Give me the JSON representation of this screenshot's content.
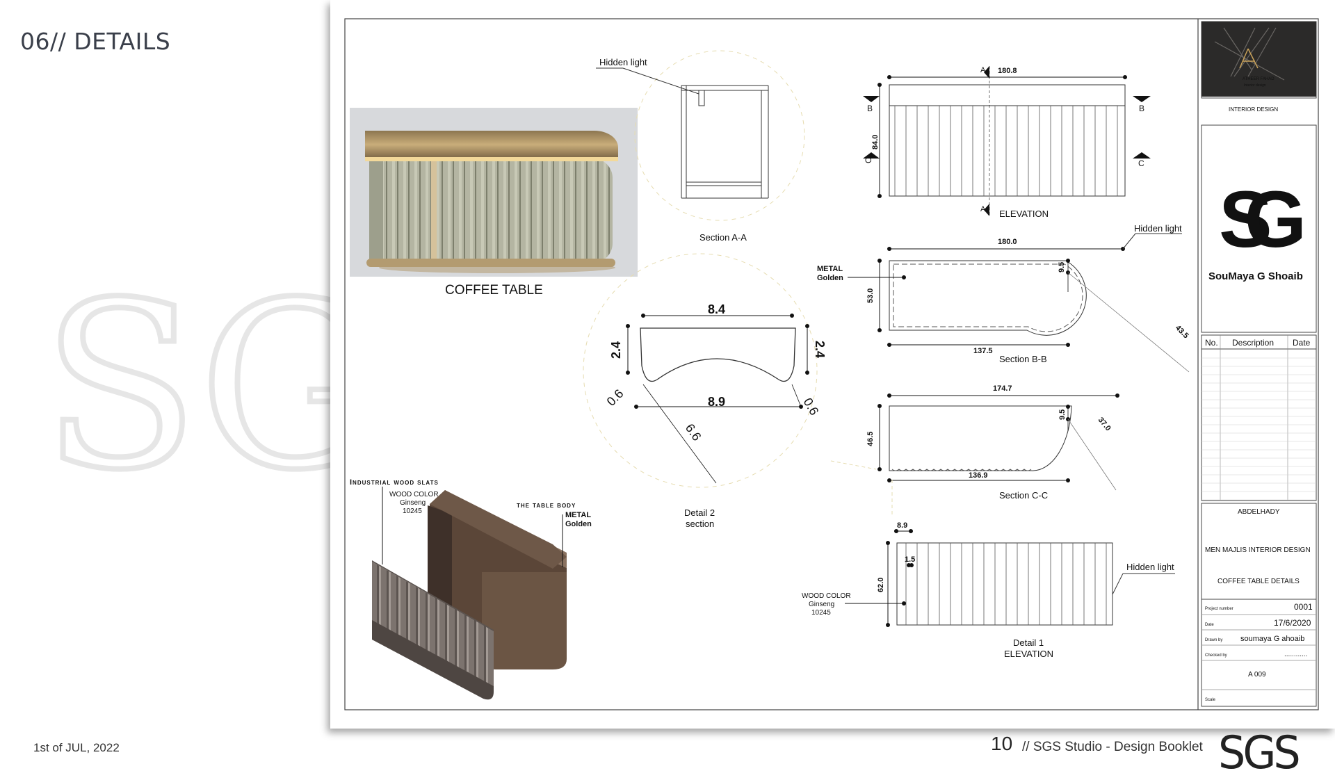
{
  "page": {
    "heading": "06// DETAILS",
    "watermark": "SG",
    "date": "1st of JUL, 2022",
    "page_number": "10",
    "footer_caption": "// SGS Studio - Design Booklet",
    "footer_logo": "SGS"
  },
  "drawing": {
    "render_caption": "COFFEE TABLE",
    "section_aa": {
      "title": "Section A-A",
      "note": "Hidden light"
    },
    "elevation": {
      "title": "ELEVATION",
      "width": "180.8",
      "height": "84.0",
      "marks": {
        "a": "A",
        "b": "B",
        "c": "C"
      }
    },
    "section_bb": {
      "title": "Section B-B",
      "width": "180.0",
      "height": "53.0",
      "straight": "137.5",
      "small": "9.5",
      "radius": "43.5",
      "note": "Hidden light",
      "material_1": "METAL",
      "material_2": "Golden"
    },
    "detail_2": {
      "title_1": "Detail 2",
      "title_2": "section",
      "top": "8.4",
      "bottom": "8.9",
      "left": "2.4",
      "right": "2.4",
      "corner_l": "0.6",
      "corner_r": "0.6",
      "radius": "6.6"
    },
    "section_cc": {
      "title": "Section C-C",
      "width": "174.7",
      "height": "46.5",
      "straight": "136.9",
      "small": "9.5",
      "radius": "37.0"
    },
    "detail_1": {
      "title_1": "Detail 1",
      "title_2": "ELEVATION",
      "slat": "8.9",
      "gap": "1.5",
      "height": "62.0",
      "note": "Hidden light",
      "wood_1": "WOOD COLOR",
      "wood_2": "Ginseng",
      "wood_3": "10245"
    },
    "iso": {
      "slats_label": "Industrial wood slats",
      "wood_1": "WOOD COLOR",
      "wood_2": "Ginseng",
      "wood_3": "10245",
      "body_label": "the table body",
      "metal_1": "METAL",
      "metal_2": "Golden"
    }
  },
  "title_block": {
    "logo_name": "ATHEER FAHAD",
    "logo_sub": "Interior design",
    "logo_caption": "INTERIOR DESIGN",
    "sgs_monogram": "SG",
    "designer": "SouMaya G Shoaib",
    "revision_headers": [
      "No.",
      "Description",
      "Date"
    ],
    "client": "ABDELHADY",
    "project": "MEN MAJLIS INTERIOR DESIGN",
    "sheet_title": "COFFEE TABLE DETAILS",
    "project_number_label": "Project number",
    "project_number": "0001",
    "date_label": "Date",
    "date": "17/6/2020",
    "drawn_by_label": "Drawn by",
    "drawn_by": "soumaya G ahoaib",
    "checked_by_label": "Checked by",
    "checked_by": "............",
    "sheet_number": "A 009",
    "scale_label": "Scale"
  }
}
